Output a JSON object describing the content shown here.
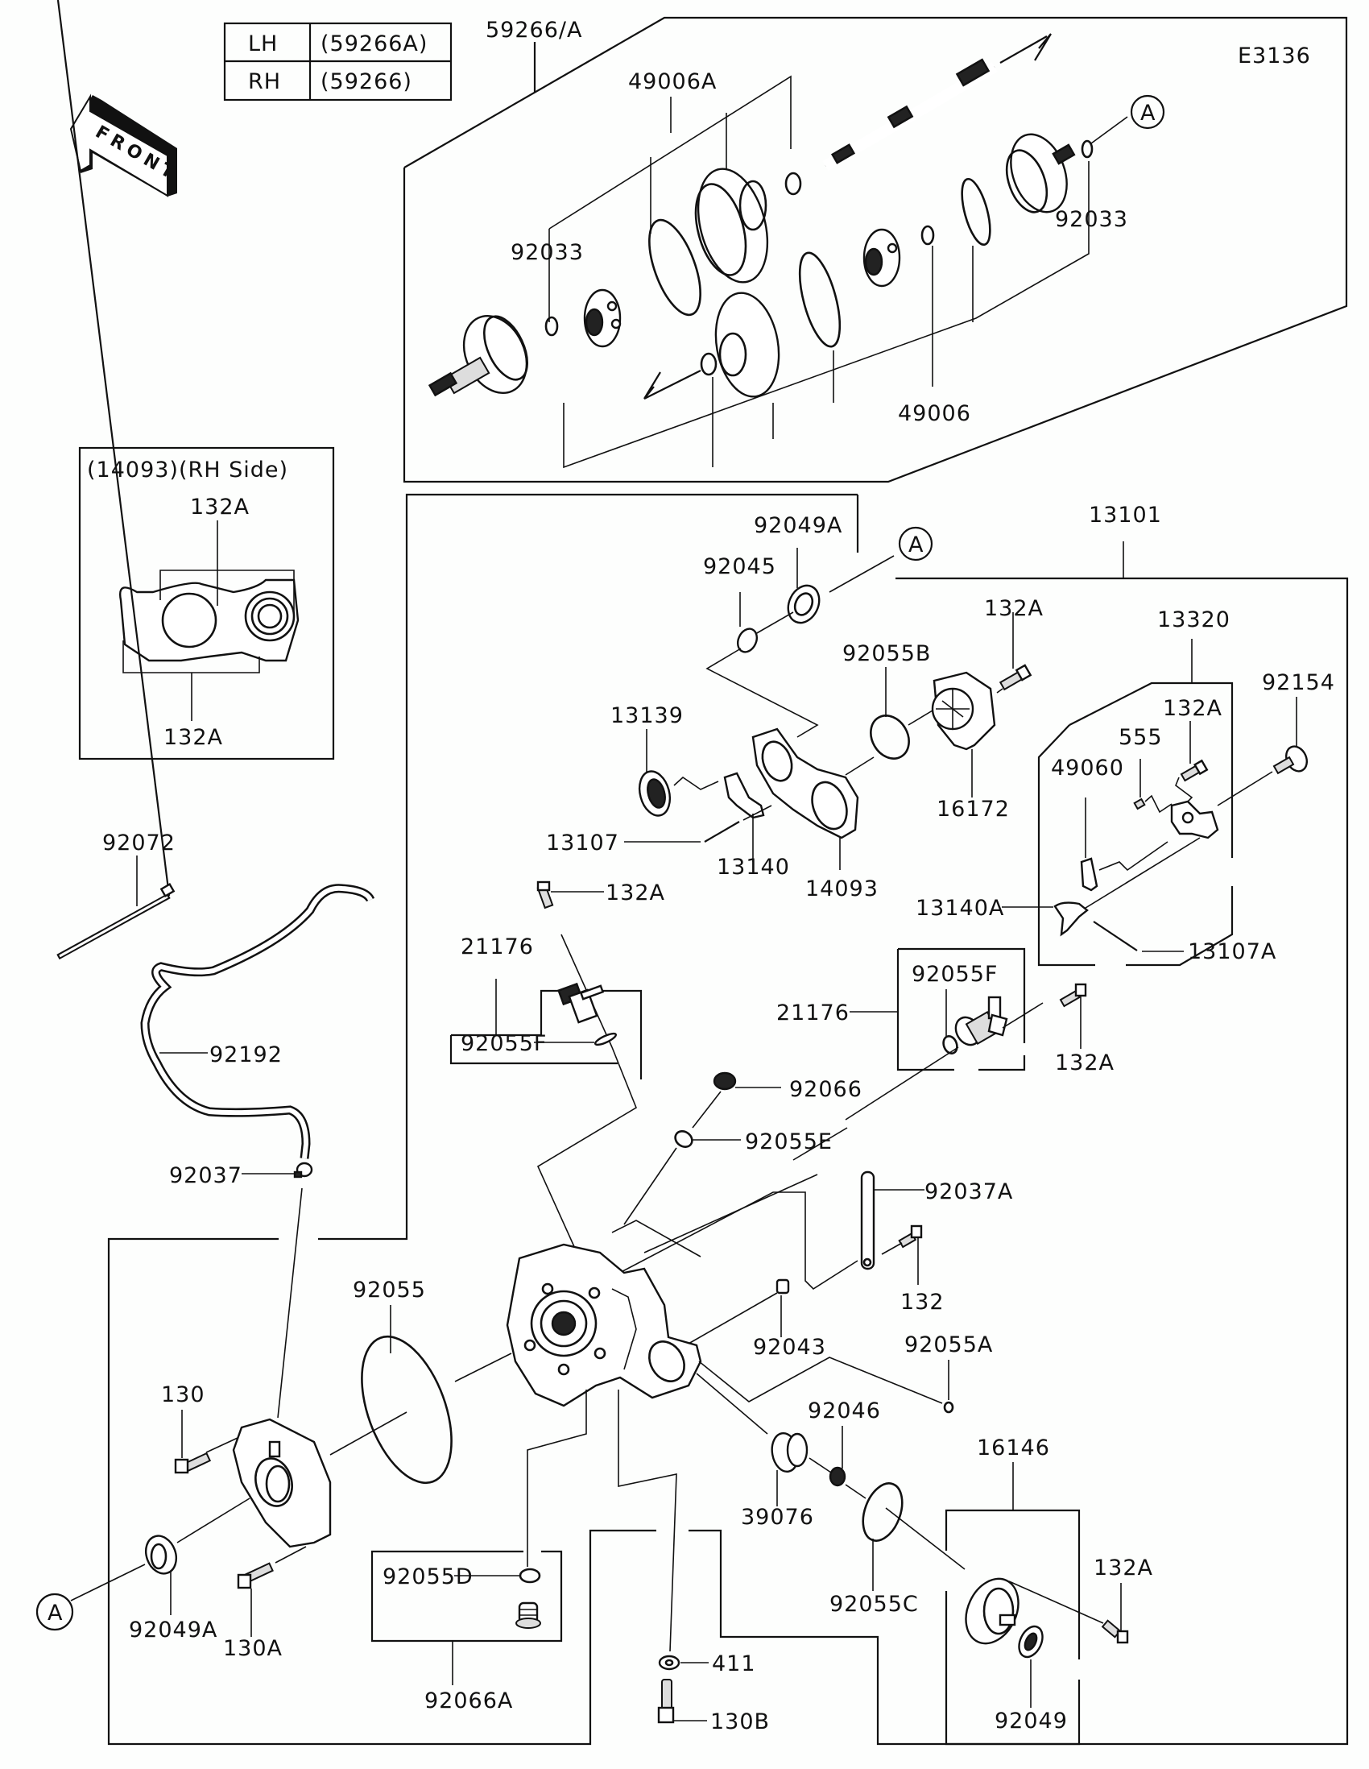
{
  "diagram": {
    "figure_code": "E3136",
    "front_arrow_label": "FRONT",
    "side_table": {
      "rows": [
        {
          "side": "LH",
          "part": "(59266A)"
        },
        {
          "side": "RH",
          "part": "(59266)"
        }
      ]
    },
    "inset_title": "(14093)(RH Side)",
    "reference_marker": "A",
    "callouts": {
      "c59266A": "59266/A",
      "c49006A": "49006A",
      "c92033_left": "92033",
      "c92033_right": "92033",
      "c49006": "49006",
      "inset_132A_top": "132A",
      "inset_132A_bottom": "132A",
      "c13101": "13101",
      "c92049A_top": "92049A",
      "c92045": "92045",
      "c92055B": "92055B",
      "c132A_16172": "132A",
      "c13320": "13320",
      "c92154": "92154",
      "c132A_13320": "132A",
      "c555": "555",
      "c49060": "49060",
      "c13139": "13139",
      "c16172": "16172",
      "c13107": "13107",
      "c13140": "13140",
      "c14093": "14093",
      "c13140A": "13140A",
      "c13107A": "13107A",
      "c92072": "92072",
      "c132A_sensor_left": "132A",
      "c21176_left": "21176",
      "c92055F_left": "92055F",
      "c92055F_right": "92055F",
      "c21176_right": "21176",
      "c132A_sensor_right": "132A",
      "c92192": "92192",
      "c92066": "92066",
      "c92055E": "92055E",
      "c92037": "92037",
      "c92037A": "92037A",
      "c132": "132",
      "c92055": "92055",
      "c92043": "92043",
      "c92055A": "92055A",
      "c130": "130",
      "c92046": "92046",
      "c16146": "16146",
      "c39076": "39076",
      "c132A_16146": "132A",
      "c92055D": "92055D",
      "c92049A_bottom": "92049A",
      "c130A": "130A",
      "c92055C": "92055C",
      "c92049": "92049",
      "c411": "411",
      "c92066A": "92066A",
      "c130B": "130B"
    }
  }
}
